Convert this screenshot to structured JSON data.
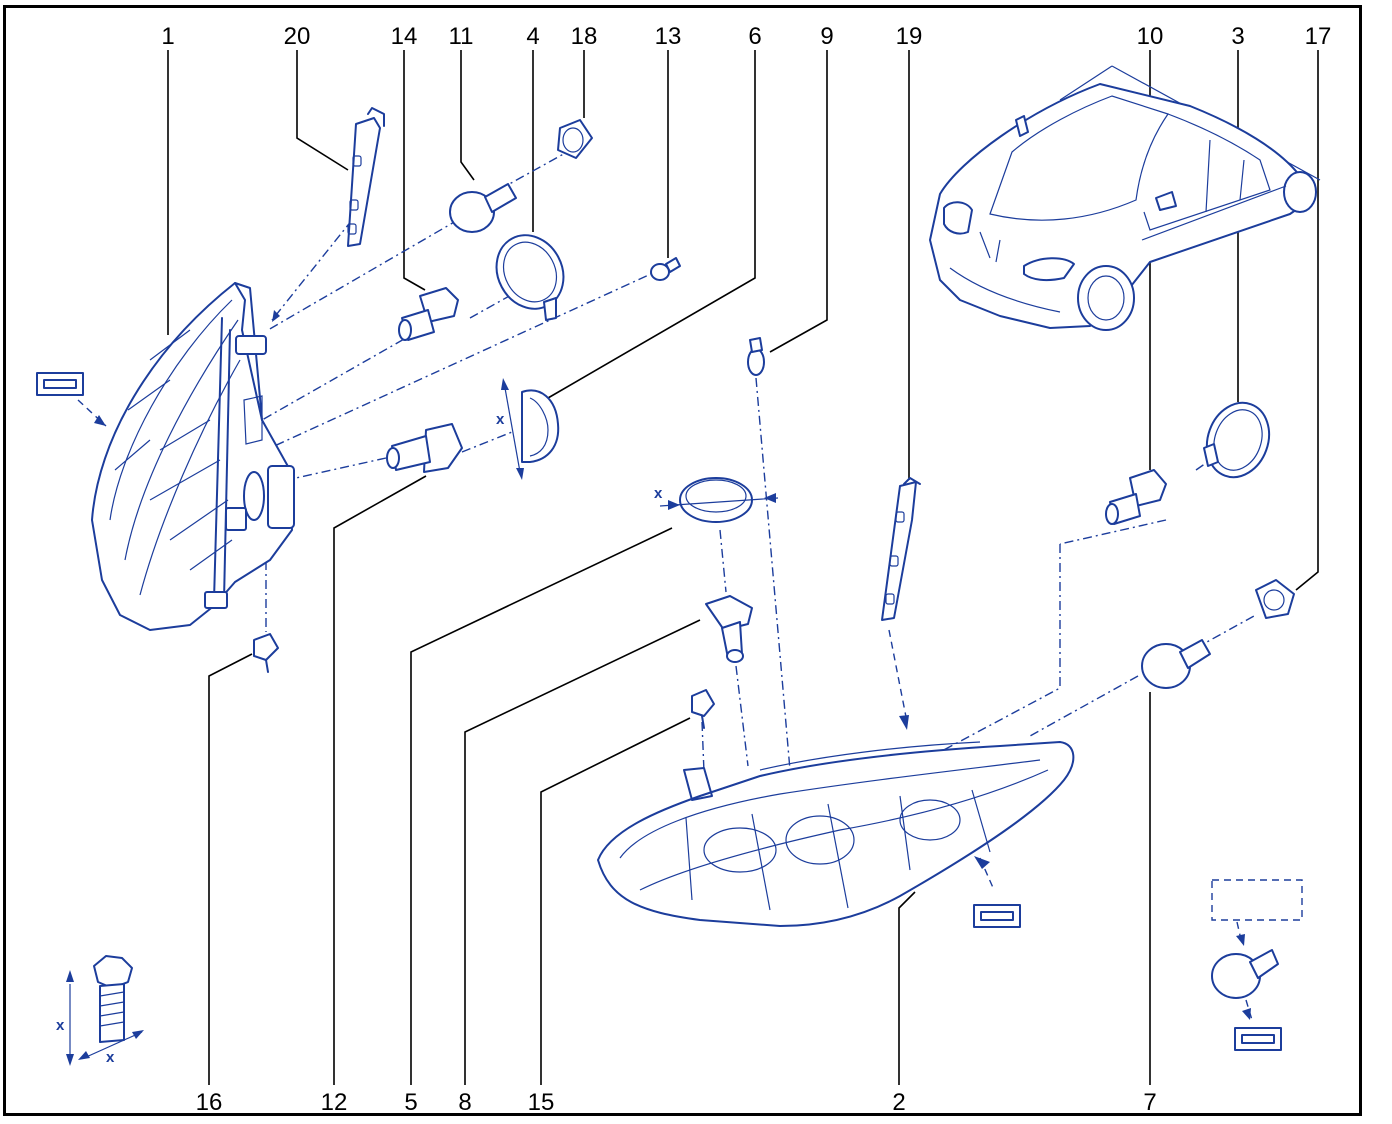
{
  "callouts": [
    "1",
    "20",
    "14",
    "11",
    "4",
    "18",
    "13",
    "6",
    "9",
    "19",
    "10",
    "3",
    "17",
    "16",
    "12",
    "5",
    "8",
    "15",
    "2",
    "7"
  ],
  "dimension_marker": "x"
}
